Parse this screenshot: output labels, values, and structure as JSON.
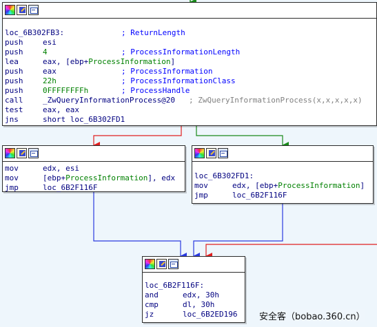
{
  "watermark": "安全客（bobao.360.cn）",
  "colors": {
    "false_edge": "#e02020",
    "true_edge": "#1a8a1a",
    "uncond_edge": "#2a3ae0"
  },
  "node_top": {
    "lines": [
      {
        "label": "loc_6B302FB3:",
        "comment": "; ReturnLength"
      },
      {
        "mnemonic": "push",
        "op": "esi"
      },
      {
        "mnemonic": "push",
        "op": "4",
        "comment": "; ProcessInformationLength"
      },
      {
        "mnemonic": "lea",
        "op_pre": "eax, [ebp+",
        "op_var": "ProcessInformation",
        "op_post": "]"
      },
      {
        "mnemonic": "push",
        "op": "eax",
        "comment": "; ProcessInformation"
      },
      {
        "mnemonic": "push",
        "op": "22h",
        "comment": "; ProcessInformationClass"
      },
      {
        "mnemonic": "push",
        "op": "0FFFFFFFFh",
        "comment": "; ProcessHandle"
      },
      {
        "mnemonic": "call",
        "op": "_ZwQueryInformationProcess@20",
        "comment": "; ZwQueryInformationProcess(x,x,x,x,x)"
      },
      {
        "mnemonic": "test",
        "op": "eax, eax"
      },
      {
        "mnemonic": "jns",
        "op": "short loc_6B302FD1"
      }
    ]
  },
  "node_left": {
    "lines": [
      {
        "mnemonic": "mov",
        "op": "edx, esi"
      },
      {
        "mnemonic": "mov",
        "op_pre": "[ebp+",
        "op_var": "ProcessInformation",
        "op_post": "], edx"
      },
      {
        "mnemonic": "jmp",
        "op": "loc_6B2F116F"
      }
    ]
  },
  "node_right": {
    "lines": [
      {
        "label": "loc_6B302FD1:"
      },
      {
        "mnemonic": "mov",
        "op_pre": "edx, [ebp+",
        "op_var": "ProcessInformation",
        "op_post": "]"
      },
      {
        "mnemonic": "jmp",
        "op": "loc_6B2F116F"
      }
    ]
  },
  "node_bottom": {
    "lines": [
      {
        "label": "loc_6B2F116F:"
      },
      {
        "mnemonic": "and",
        "op": "edx, 30h"
      },
      {
        "mnemonic": "cmp",
        "op": "dl, 30h"
      },
      {
        "mnemonic": "jz",
        "op": "loc_6B2ED196"
      }
    ]
  }
}
